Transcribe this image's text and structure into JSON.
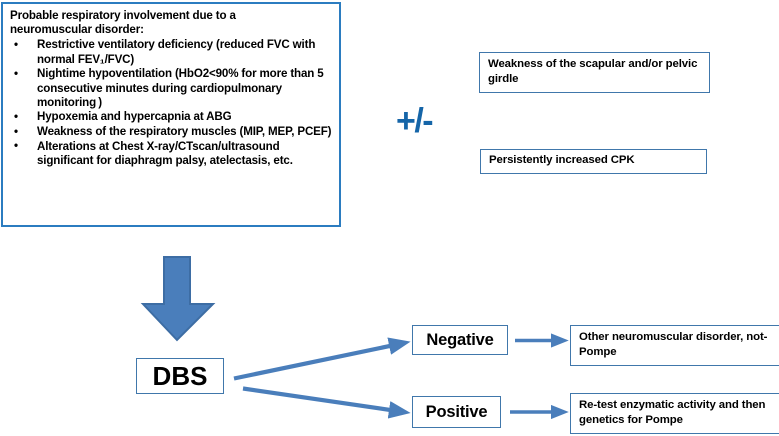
{
  "colors": {
    "main_box_border": "#2b7cc0",
    "small_box_border": "#4077ab",
    "arrow_fill": "#4a7ebb",
    "arrow_stroke": "#3d6da4",
    "plus_minus": "#1565a8",
    "text": "#000000",
    "background": "#ffffff"
  },
  "criteria": {
    "heading_line1": "Probable respiratory involvement due to a",
    "heading_line2": "neuromuscular disorder",
    "heading_colon": ":",
    "items": [
      "Restrictive ventilatory deficiency (reduced FVC with normal FEV₁/FVC)",
      "Nightime hypoventilation (HbO2<90% for more than 5 consecutive minutes during cardiopulmonary monitoring )",
      "Hypoxemia and hypercapnia at ABG",
      "Weakness of the respiratory muscles (MIP, MEP, PCEF)",
      "Alterations at Chest X-ray/CTscan/ultrasound significant for diaphragm palsy, atelectasis, etc."
    ]
  },
  "modifier": {
    "symbol": "+/-"
  },
  "optional_findings": [
    {
      "id": "scapular",
      "text": "Weakness of the scapular and/or pelvic girdle"
    },
    {
      "id": "cpk",
      "text": "Persistently increased CPK"
    }
  ],
  "test": {
    "label": "DBS"
  },
  "branches": [
    {
      "id": "negative",
      "result_label": "Negative",
      "outcome_text": "Other neuromuscular disorder, not-Pompe"
    },
    {
      "id": "positive",
      "result_label": "Positive",
      "outcome_text": "Re-test enzymatic activity and then genetics for Pompe"
    }
  ]
}
